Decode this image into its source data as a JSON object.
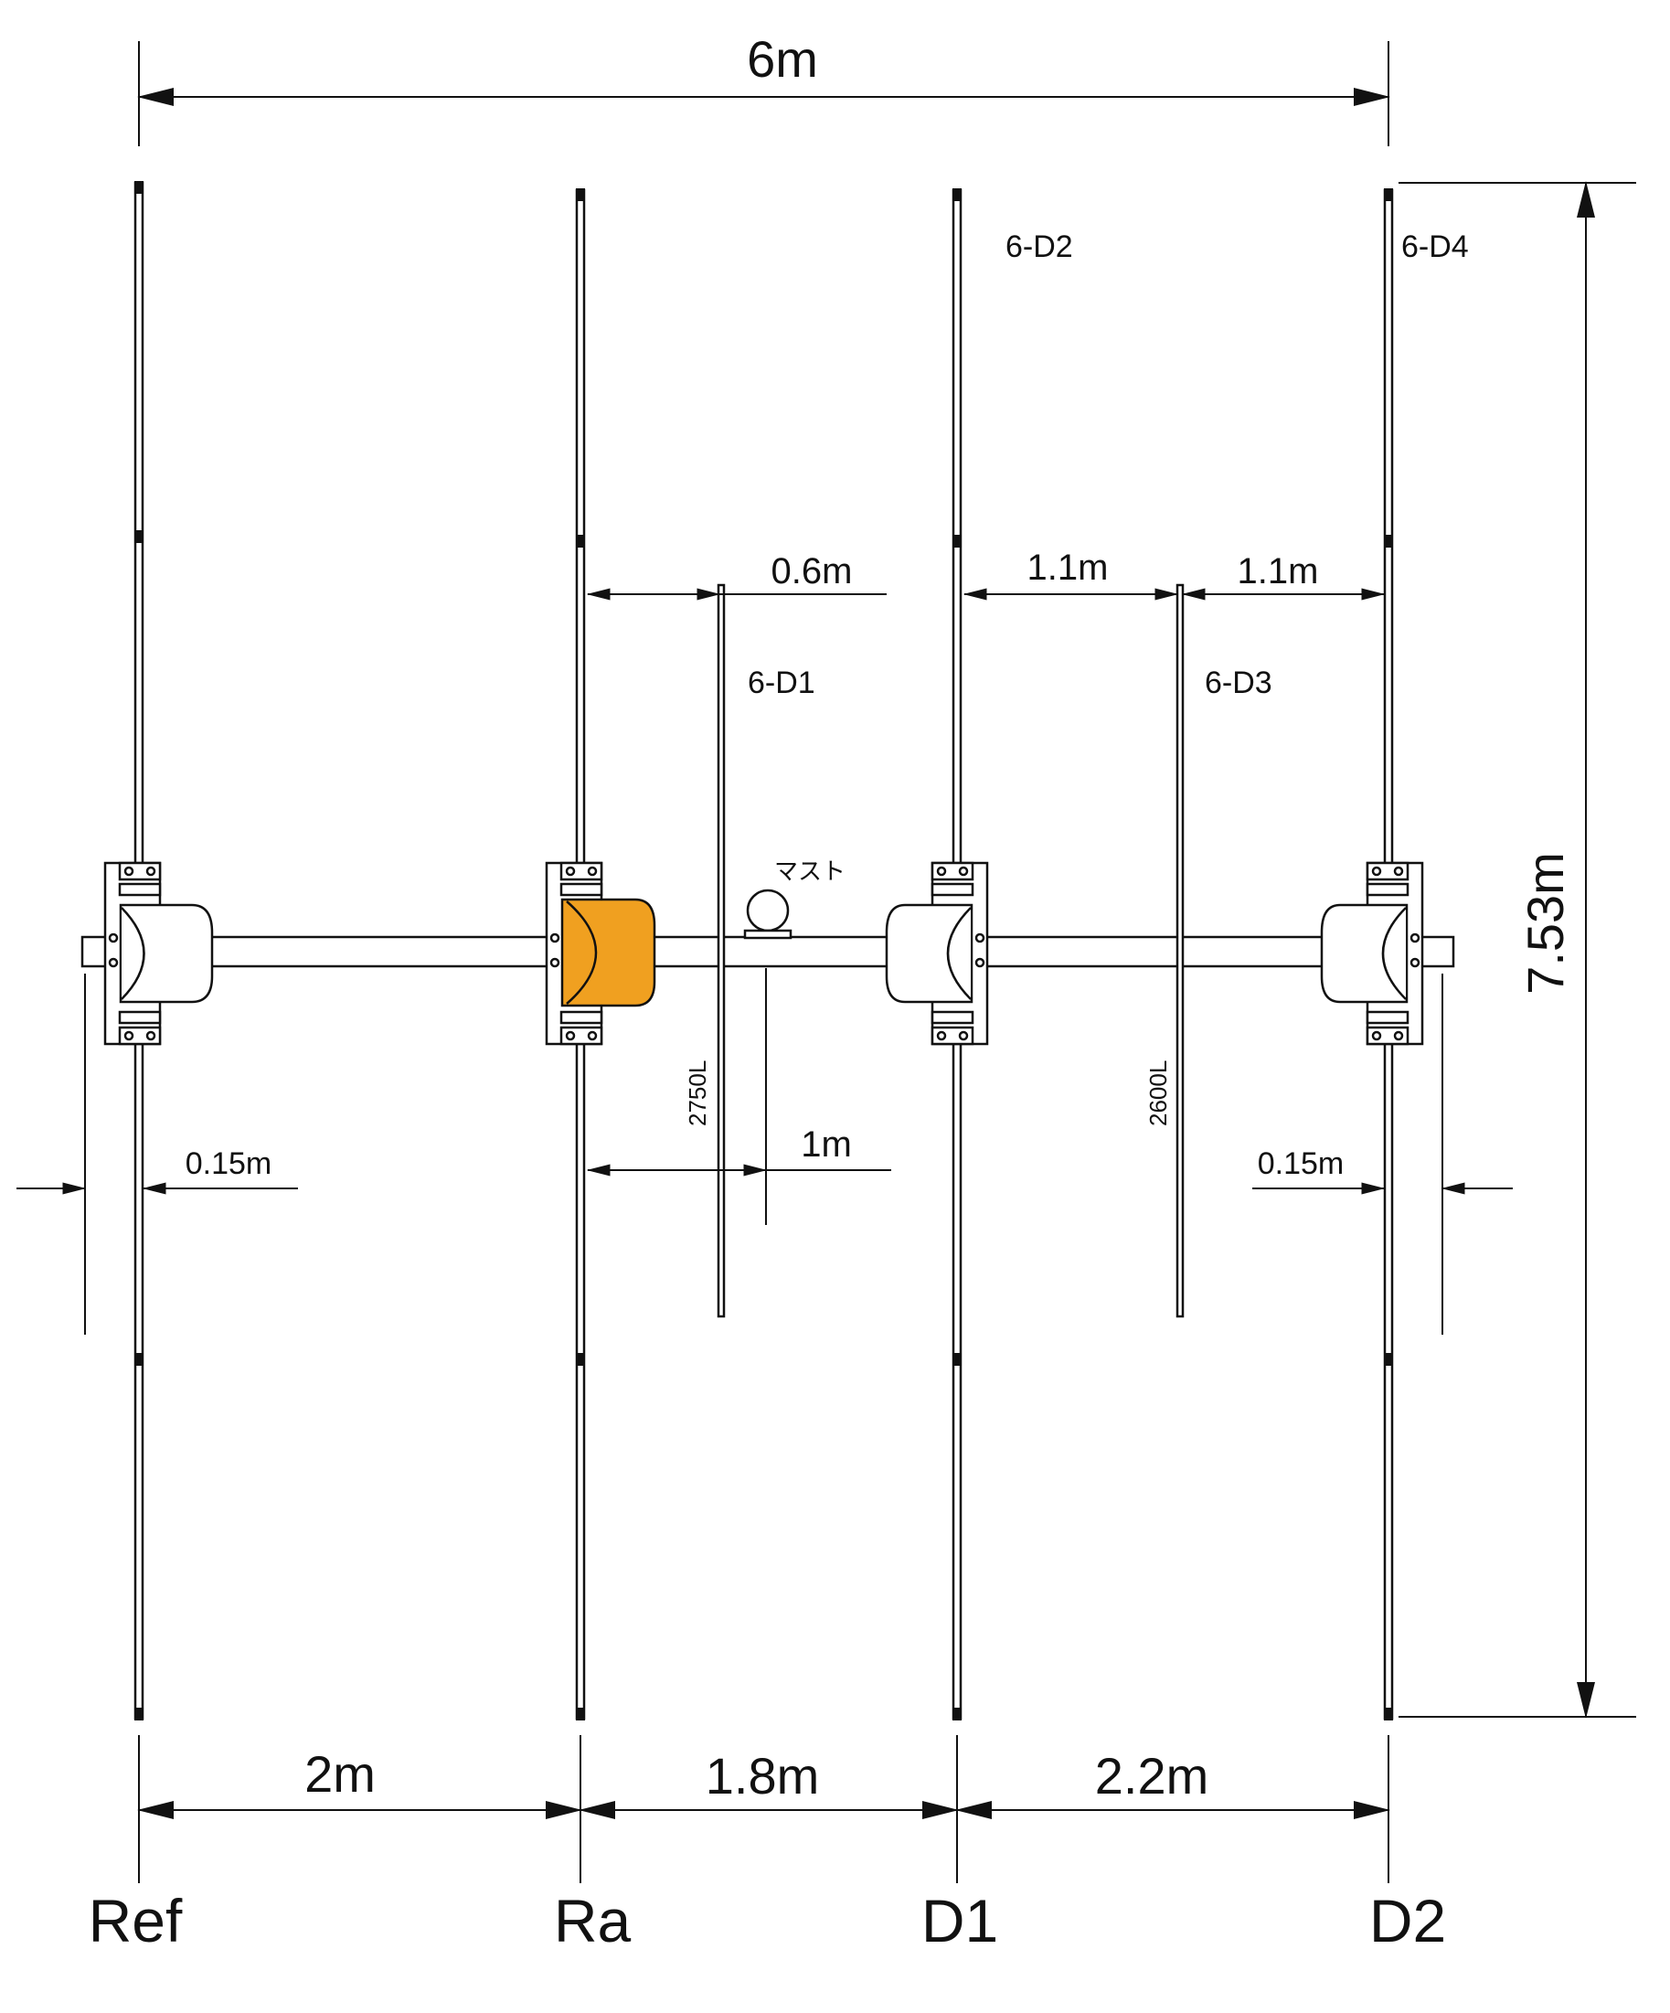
{
  "dimensions": {
    "total_length": "6m",
    "height": "7.53m",
    "spacing_ref_ra": "2m",
    "spacing_ra_d1": "1.8m",
    "spacing_d1_d2": "2.2m",
    "spacing_ra_sub1": "0.6m",
    "spacing_d1_sub3": "1.1m",
    "spacing_sub3_d2": "1.1m",
    "mast_offset": "1m",
    "clearance_left": "0.15m",
    "clearance_right": "0.15m"
  },
  "labels": {
    "d2_element": "6-D2",
    "d4_element": "6-D4",
    "d1_element": "6-D1",
    "d3_element": "6-D3",
    "d1_length": "2750L",
    "d3_length": "2600L",
    "mast": "マスト"
  },
  "footer": {
    "ref": "Ref",
    "ra": "Ra",
    "d1": "D1",
    "d2": "D2"
  },
  "colors": {
    "line": "#111111",
    "radiator_box": "#f0a020",
    "background": "#ffffff"
  }
}
